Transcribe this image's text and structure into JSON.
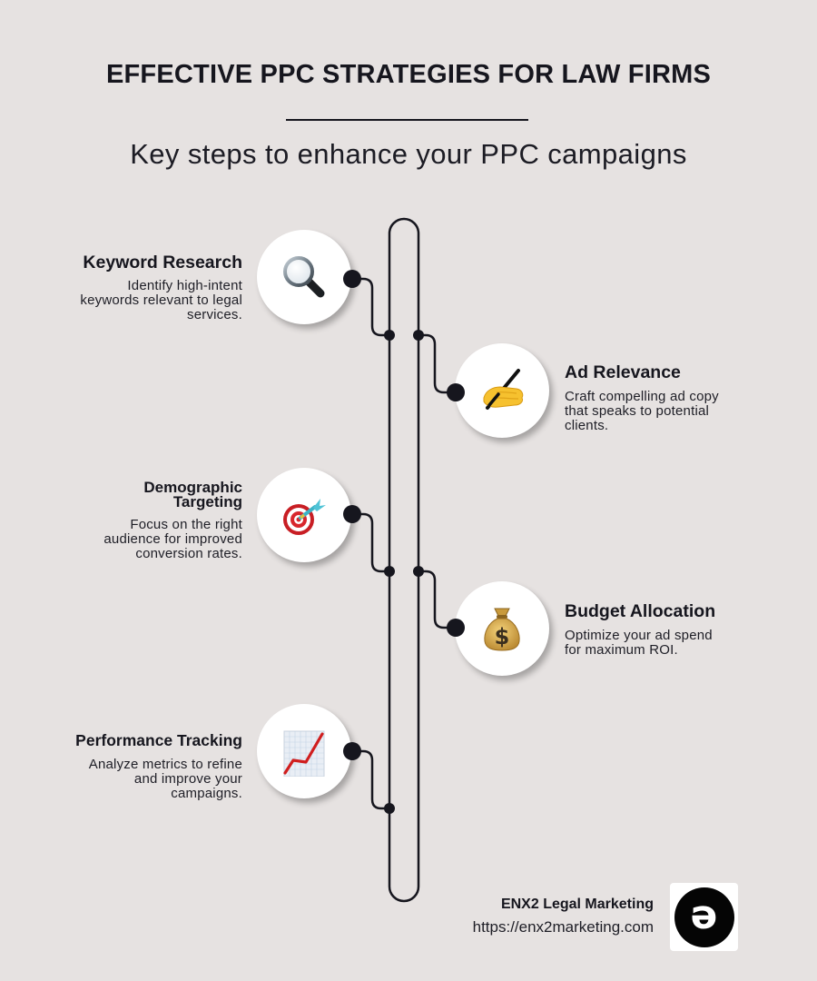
{
  "header": {
    "title": "EFFECTIVE PPC STRATEGIES FOR LAW FIRMS",
    "subtitle": "Key steps to enhance your PPC campaigns"
  },
  "steps": [
    {
      "title_lines": [
        "Keyword Research"
      ],
      "description_lines": [
        "Identify high-intent",
        "keywords relevant to legal",
        "services."
      ],
      "icon": "magnifying-glass-icon",
      "side": "left"
    },
    {
      "title_lines": [
        "Ad Relevance"
      ],
      "description_lines": [
        "Craft compelling ad copy",
        "that speaks to potential",
        "clients."
      ],
      "icon": "writing-hand-icon",
      "side": "right"
    },
    {
      "title_lines": [
        "Demographic",
        "Targeting"
      ],
      "description_lines": [
        "Focus on the right",
        "audience for improved",
        "conversion rates."
      ],
      "icon": "direct-hit-target-icon",
      "side": "left"
    },
    {
      "title_lines": [
        "Budget Allocation"
      ],
      "description_lines": [
        "Optimize your ad spend",
        "for maximum ROI."
      ],
      "icon": "money-bag-icon",
      "side": "right"
    },
    {
      "title_lines": [
        "Performance Tracking"
      ],
      "description_lines": [
        "Analyze metrics to refine",
        "and improve your",
        "campaigns."
      ],
      "icon": "chart-increasing-icon",
      "side": "left"
    }
  ],
  "footer": {
    "company": "ENX2 Legal Marketing",
    "url": "https://enx2marketing.com",
    "logo_glyph": "ə"
  },
  "colors": {
    "background": "#e6e2e1",
    "ink": "#16161e",
    "circle": "#ffffff"
  }
}
